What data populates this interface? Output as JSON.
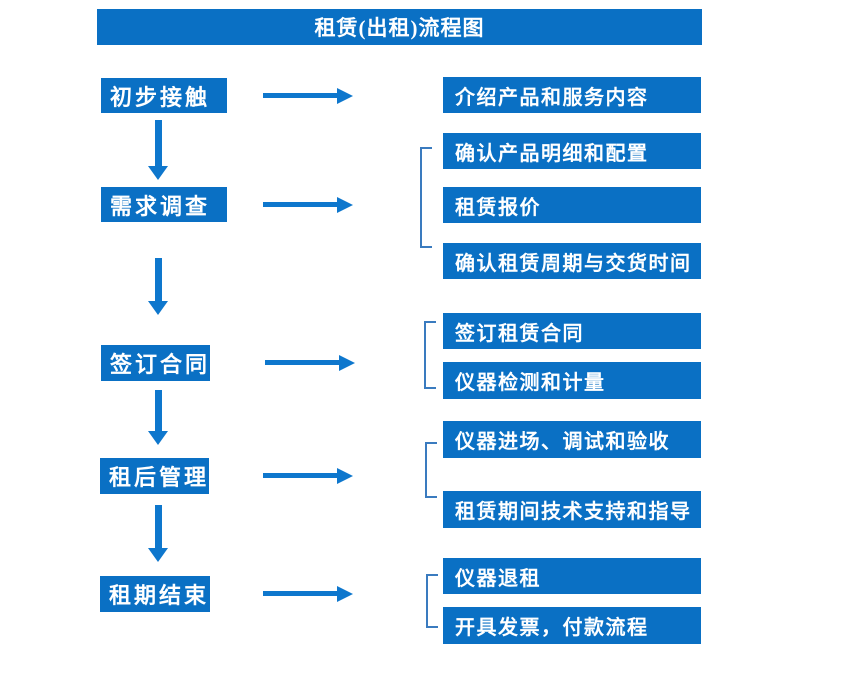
{
  "title": "租赁(出租)流程图",
  "steps": [
    {
      "label": "初步接触"
    },
    {
      "label": "需求调查"
    },
    {
      "label": "签订合同"
    },
    {
      "label": "租后管理"
    },
    {
      "label": "租期结束"
    }
  ],
  "details": [
    {
      "label": "介绍产品和服务内容"
    },
    {
      "label": "确认产品明细和配置"
    },
    {
      "label": "租赁报价"
    },
    {
      "label": "确认租赁周期与交货时间"
    },
    {
      "label": "签订租赁合同"
    },
    {
      "label": "仪器检测和计量"
    },
    {
      "label": "仪器进场、调试和验收"
    },
    {
      "label": "租赁期间技术支持和指导"
    },
    {
      "label": "仪器退租"
    },
    {
      "label": "开具发票，付款流程"
    }
  ],
  "colors": {
    "box": "#0a70c4",
    "arrow": "#0e77cd",
    "bracket": "#3a7bbf",
    "text": "#ffffff"
  }
}
